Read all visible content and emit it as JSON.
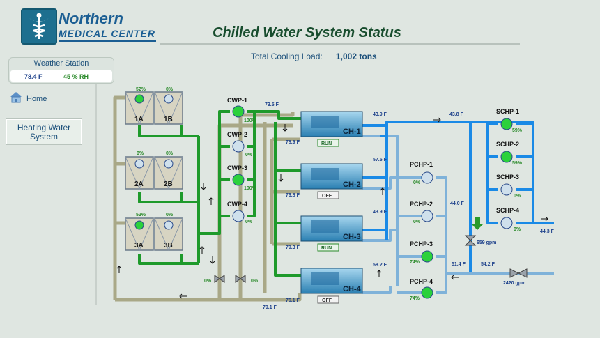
{
  "header": {
    "logo_line1": "Northern",
    "logo_line2": "MEDICAL CENTER",
    "title": "Chilled Water System Status",
    "load_label": "Total Cooling Load:",
    "load_value": "1,002  tons"
  },
  "weather": {
    "title": "Weather Station",
    "temp": "78.4 F",
    "rh": "45 % RH"
  },
  "nav": {
    "home": "Home",
    "heating_water": "Heating Water System"
  },
  "colors": {
    "condenser": "#1e9a2b",
    "return": "#a9a887",
    "chw_supply": "#1a8ae6",
    "chw_primary": "#7fb2d9",
    "pump_on": "#2bd13c",
    "pump_off": "#cfe0ec"
  },
  "towers": [
    {
      "cells": [
        {
          "id": "1A",
          "pct": "52%",
          "on": true
        },
        {
          "id": "1B",
          "pct": "0%",
          "on": false
        }
      ]
    },
    {
      "cells": [
        {
          "id": "2A",
          "pct": "0%",
          "on": false
        },
        {
          "id": "2B",
          "pct": "0%",
          "on": false
        }
      ]
    },
    {
      "cells": [
        {
          "id": "3A",
          "pct": "52%",
          "on": true
        },
        {
          "id": "3B",
          "pct": "0%",
          "on": false
        }
      ]
    }
  ],
  "cwp": [
    {
      "name": "CWP-1",
      "pct": "100%",
      "on": true
    },
    {
      "name": "CWP-2",
      "pct": "0%",
      "on": false
    },
    {
      "name": "CWP-3",
      "pct": "100%",
      "on": true
    },
    {
      "name": "CWP-4",
      "pct": "0%",
      "on": false
    }
  ],
  "chillers": [
    {
      "name": "CH-1",
      "status": "RUN",
      "cond_in": "78.9 F",
      "chw_out": "43.9 F"
    },
    {
      "name": "CH-2",
      "status": "OFF",
      "cond_in": "76.8 F",
      "chw_out": "57.5 F"
    },
    {
      "name": "CH-3",
      "status": "RUN",
      "cond_in": "79.3 F",
      "chw_out": "43.9 F"
    },
    {
      "name": "CH-4",
      "status": "OFF",
      "cond_in": "76.1 F",
      "chw_out": "58.2 F"
    }
  ],
  "pchp": [
    {
      "name": "PCHP-1",
      "pct": "0%",
      "on": false
    },
    {
      "name": "PCHP-2",
      "pct": "0%",
      "on": false
    },
    {
      "name": "PCHP-3",
      "pct": "74%",
      "on": true
    },
    {
      "name": "PCHP-4",
      "pct": "74%",
      "on": true
    }
  ],
  "schp": [
    {
      "name": "SCHP-1",
      "pct": "59%",
      "on": true
    },
    {
      "name": "SCHP-2",
      "pct": "59%",
      "on": true
    },
    {
      "name": "SCHP-3",
      "pct": "0%",
      "on": false
    },
    {
      "name": "SCHP-4",
      "pct": "0%",
      "on": false
    }
  ],
  "temps": {
    "cond_supply": "73.5 F",
    "cond_return": "79.1 F",
    "chw_header": "43.8 F",
    "bypass": "44.0 F",
    "return_a": "51.4 F",
    "return_b": "54.2 F",
    "secondary_out": "44.3 F"
  },
  "flows": {
    "bypass_flow": "659 gpm",
    "return_flow": "2420 gpm"
  },
  "valves": {
    "v1": "0%",
    "v2": "0%"
  }
}
